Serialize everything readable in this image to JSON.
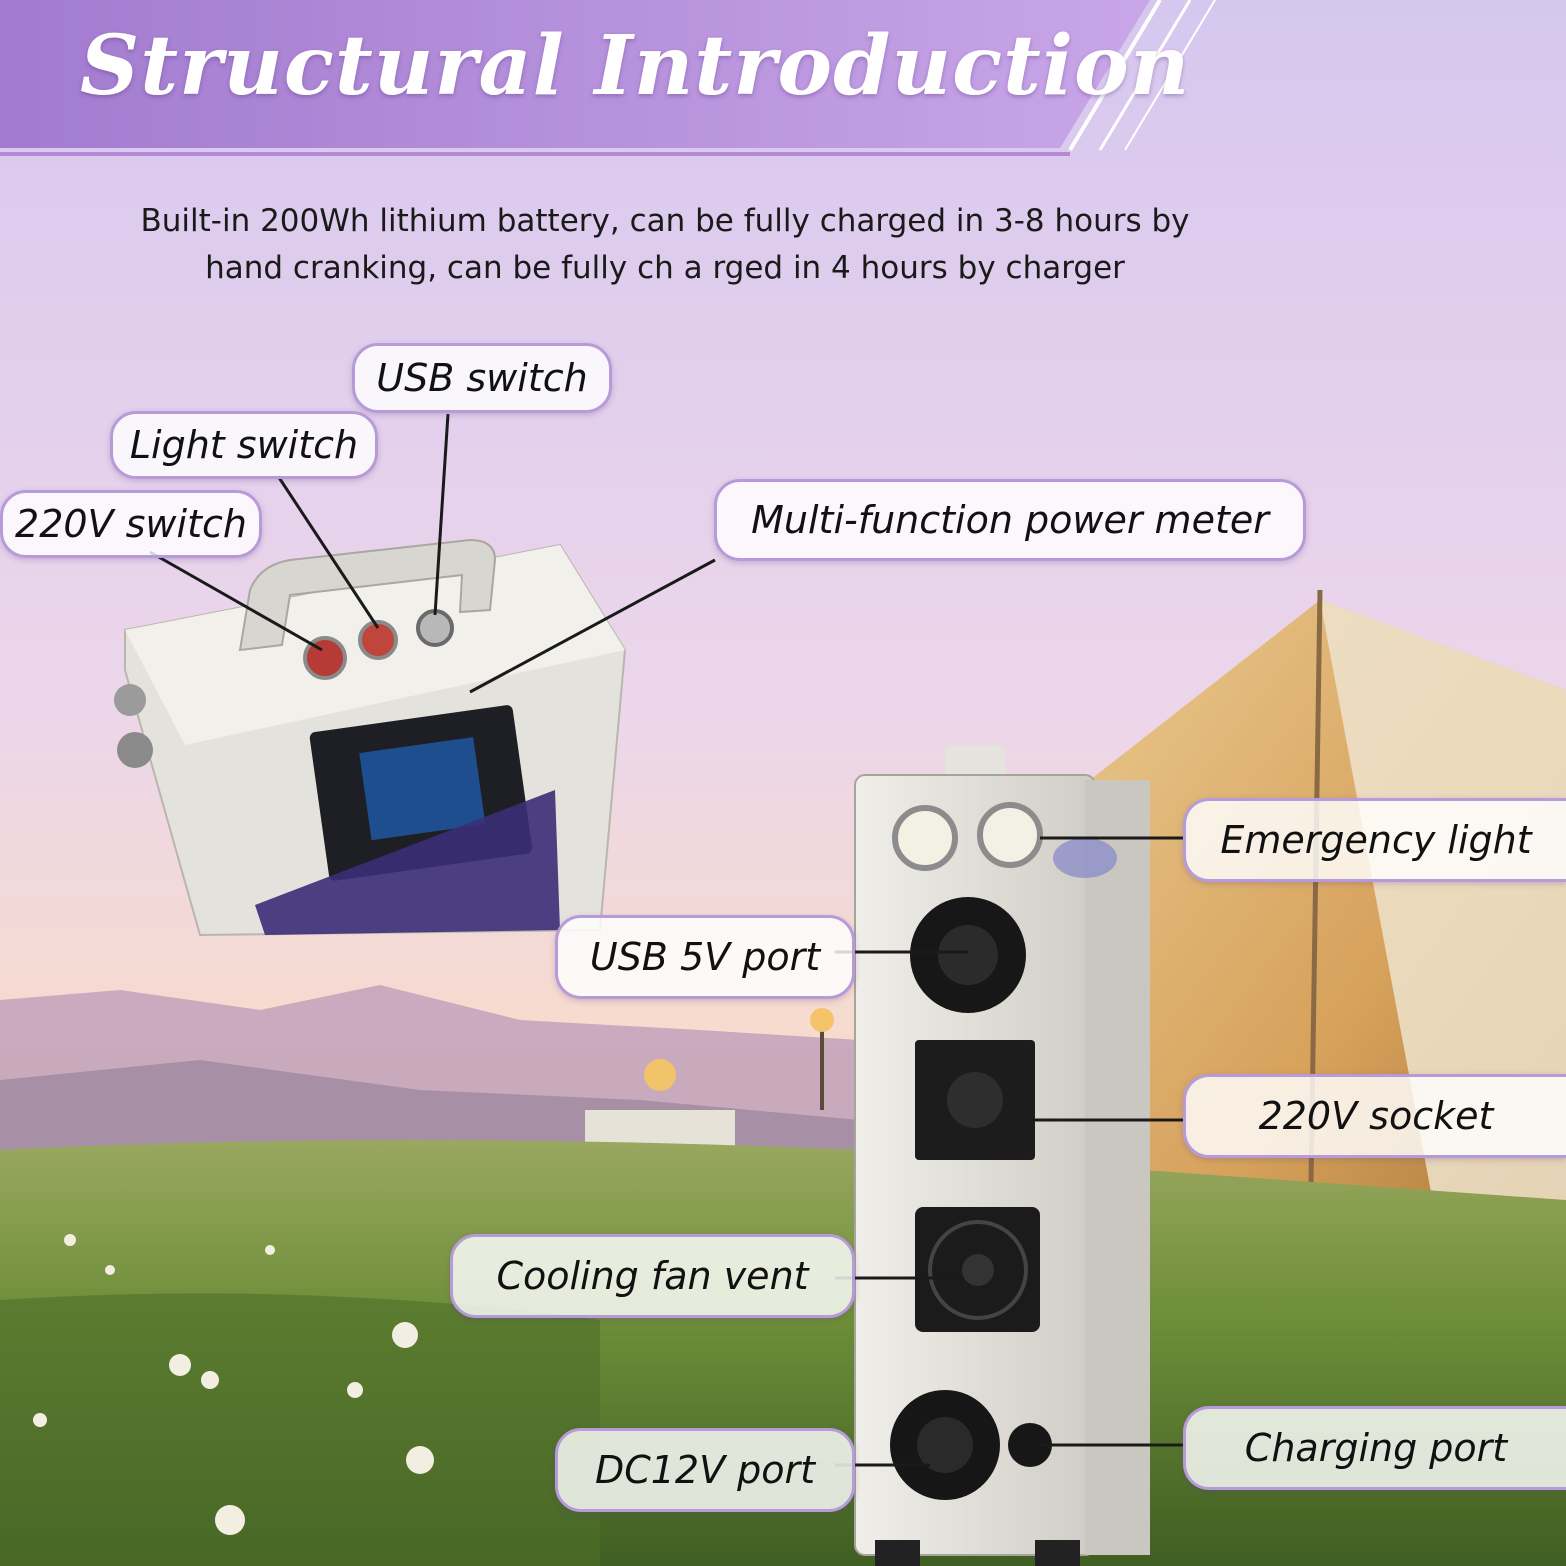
{
  "title": "Structural Introduction",
  "description": {
    "line1": "Built-in 200Wh lithium battery, can be fully charged in 3-8 hours by",
    "line2": "hand cranking, can be fully ch a rged in 4 hours by charger"
  },
  "callouts": {
    "usb_switch": "USB switch",
    "light_switch": "Light switch",
    "switch_220v": "220V switch",
    "power_meter": "Multi-function power meter",
    "emergency_light": "Emergency light",
    "usb_5v_port": "USB 5V port",
    "socket_220v": "220V socket",
    "cooling_fan_vent": "Cooling fan vent",
    "charging_port": "Charging port",
    "dc12v_port": "DC12V port"
  },
  "colors": {
    "title_band": "#b48ad6",
    "callout_border": "#b79bd8",
    "device_body": "#dcdad4",
    "switch_red": "#c0392b",
    "grass": "#6f8f3a",
    "sky_top": "#c9b6ea",
    "sky_bottom": "#f6d8c4"
  }
}
